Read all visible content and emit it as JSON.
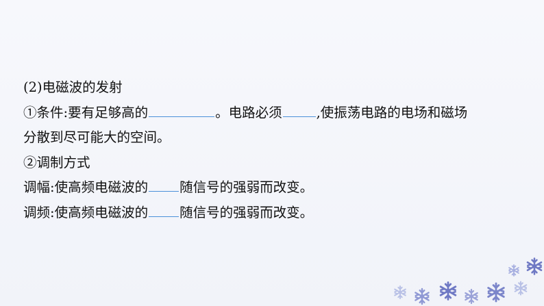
{
  "section_title": "(2)电磁波的发射",
  "condition": {
    "prefix": "①条件:要有足够高的",
    "middle": "。电路必须",
    "suffix": ",使振荡电路的电场和磁场",
    "continuation": "分散到尽可能大的空间。"
  },
  "modulation": {
    "title": "②调制方式",
    "am": {
      "prefix": "调幅:使高频电磁波的",
      "suffix": "随信号的强弱而改变。"
    },
    "fm": {
      "prefix": "调频:使高频电磁波的",
      "suffix": "随信号的强弱而改变。"
    }
  },
  "colors": {
    "blank_underline": "#4a90d9",
    "snowflake_light": "#b9c1e6",
    "snowflake_dark": "#6f79c4"
  },
  "decoration": {
    "icon": "snowflake-icon"
  }
}
